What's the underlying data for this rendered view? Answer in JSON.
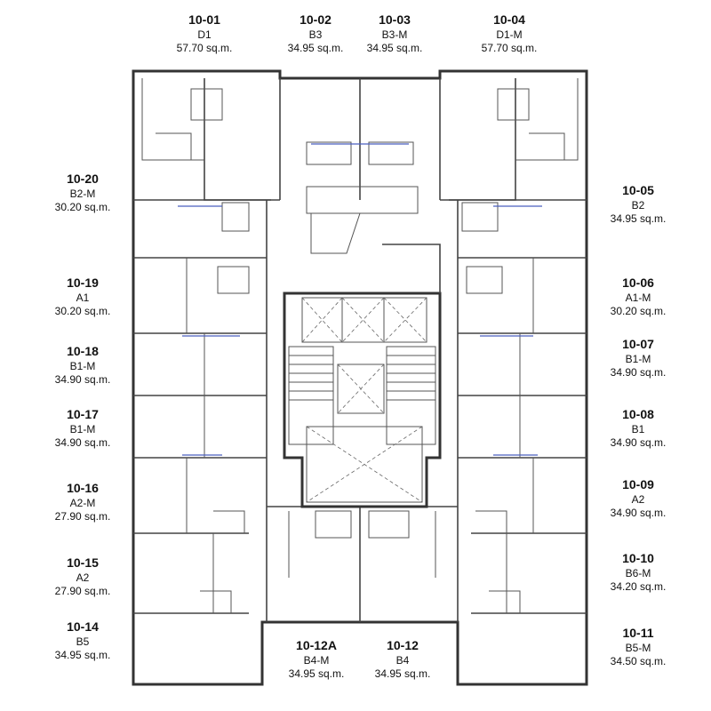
{
  "units": [
    {
      "id": "u1001",
      "number": "10-01",
      "type": "D1",
      "area": "57.70 sq.m."
    },
    {
      "id": "u1002",
      "number": "10-02",
      "type": "B3",
      "area": "34.95 sq.m."
    },
    {
      "id": "u1003",
      "number": "10-03",
      "type": "B3-M",
      "area": "34.95 sq.m."
    },
    {
      "id": "u1004",
      "number": "10-04",
      "type": "D1-M",
      "area": "57.70 sq.m."
    },
    {
      "id": "u1005",
      "number": "10-05",
      "type": "B2",
      "area": "34.95 sq.m."
    },
    {
      "id": "u1006",
      "number": "10-06",
      "type": "A1-M",
      "area": "30.20 sq.m."
    },
    {
      "id": "u1007",
      "number": "10-07",
      "type": "B1-M",
      "area": "34.90 sq.m."
    },
    {
      "id": "u1008",
      "number": "10-08",
      "type": "B1",
      "area": "34.90 sq.m."
    },
    {
      "id": "u1009",
      "number": "10-09",
      "type": "A2",
      "area": "34.90 sq.m."
    },
    {
      "id": "u1010",
      "number": "10-10",
      "type": "B6-M",
      "area": "34.20 sq.m."
    },
    {
      "id": "u1011",
      "number": "10-11",
      "type": "B5-M",
      "area": "34.50 sq.m."
    },
    {
      "id": "u1012",
      "number": "10-12",
      "type": "B4",
      "area": "34.95 sq.m."
    },
    {
      "id": "u1012a",
      "number": "10-12A",
      "type": "B4-M",
      "area": "34.95 sq.m."
    },
    {
      "id": "u1014",
      "number": "10-14",
      "type": "B5",
      "area": "34.95 sq.m."
    },
    {
      "id": "u1015",
      "number": "10-15",
      "type": "A2",
      "area": "27.90 sq.m."
    },
    {
      "id": "u1016",
      "number": "10-16",
      "type": "A2-M",
      "area": "27.90 sq.m."
    },
    {
      "id": "u1017",
      "number": "10-17",
      "type": "B1-M",
      "area": "34.90 sq.m."
    },
    {
      "id": "u1018",
      "number": "10-18",
      "type": "B1-M",
      "area": "34.90 sq.m."
    },
    {
      "id": "u1019",
      "number": "10-19",
      "type": "A1",
      "area": "30.20 sq.m."
    },
    {
      "id": "u1020",
      "number": "10-20",
      "type": "B2-M",
      "area": "30.20 sq.m."
    }
  ]
}
